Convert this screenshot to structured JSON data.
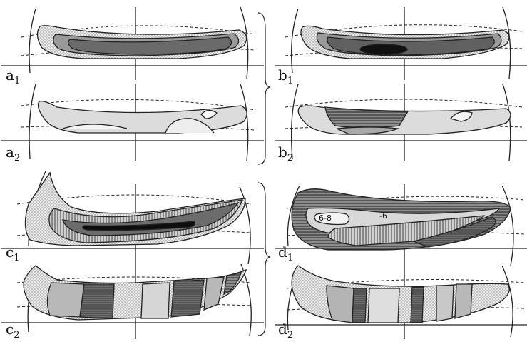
{
  "panels": [
    {
      "id": "a1",
      "letter": "a",
      "sub": "1"
    },
    {
      "id": "a2",
      "letter": "a",
      "sub": "2"
    },
    {
      "id": "b1",
      "letter": "b",
      "sub": "1"
    },
    {
      "id": "b2",
      "letter": "b",
      "sub": "2"
    },
    {
      "id": "c1",
      "letter": "c",
      "sub": "1"
    },
    {
      "id": "c2",
      "letter": "c",
      "sub": "2"
    },
    {
      "id": "d1",
      "letter": "d",
      "sub": "1"
    },
    {
      "id": "d2",
      "letter": "d",
      "sub": "2"
    }
  ],
  "zone_labels": {
    "d1_range": "6-8",
    "d1_value": "-6"
  }
}
